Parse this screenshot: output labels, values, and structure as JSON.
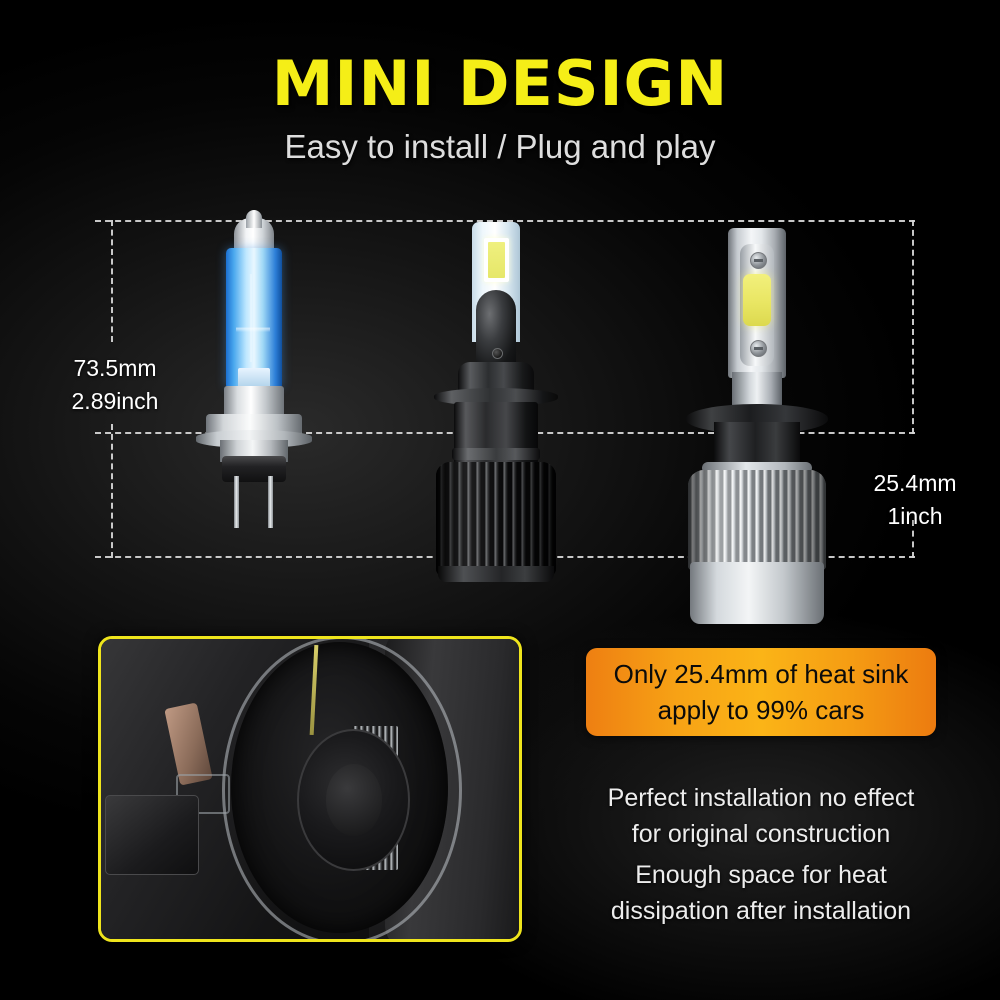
{
  "header": {
    "title": "MINI DESIGN",
    "subtitle": "Easy to install / Plug and play",
    "title_color": "#f5ee17",
    "subtitle_color": "#dedede"
  },
  "background": {
    "color": "#000000"
  },
  "dimensions": {
    "bulb_height": {
      "mm": "73.5mm",
      "inch": "2.89inch"
    },
    "heat_sink_diameter": {
      "mm": "25.4mm",
      "inch": "1inch"
    }
  },
  "products": [
    {
      "name": "halogen-bulb",
      "type": "H7 halogen bulb",
      "glass_color": "#4aa8ee"
    },
    {
      "name": "led-bulb-black",
      "type": "LED bulb with black finned heat sink",
      "chip_color": "#eff07f"
    },
    {
      "name": "led-bulb-silver",
      "type": "LED bulb with silver finned heat sink",
      "chip_color": "#f2f07c"
    }
  ],
  "photo": {
    "caption": "LED bulb installed inside headlight housing",
    "border_color": "#efe51c"
  },
  "banner": {
    "line1": "Only  25.4mm of heat sink",
    "line2": "apply to 99% cars",
    "background_start": "#ee7f12",
    "background_mid": "#fbb417",
    "text_color": "#0b0b0b"
  },
  "features": [
    {
      "line1": "Perfect installation no effect",
      "line2": "for original construction"
    },
    {
      "line1": "Enough space for heat",
      "line2": "dissipation after installation"
    }
  ]
}
